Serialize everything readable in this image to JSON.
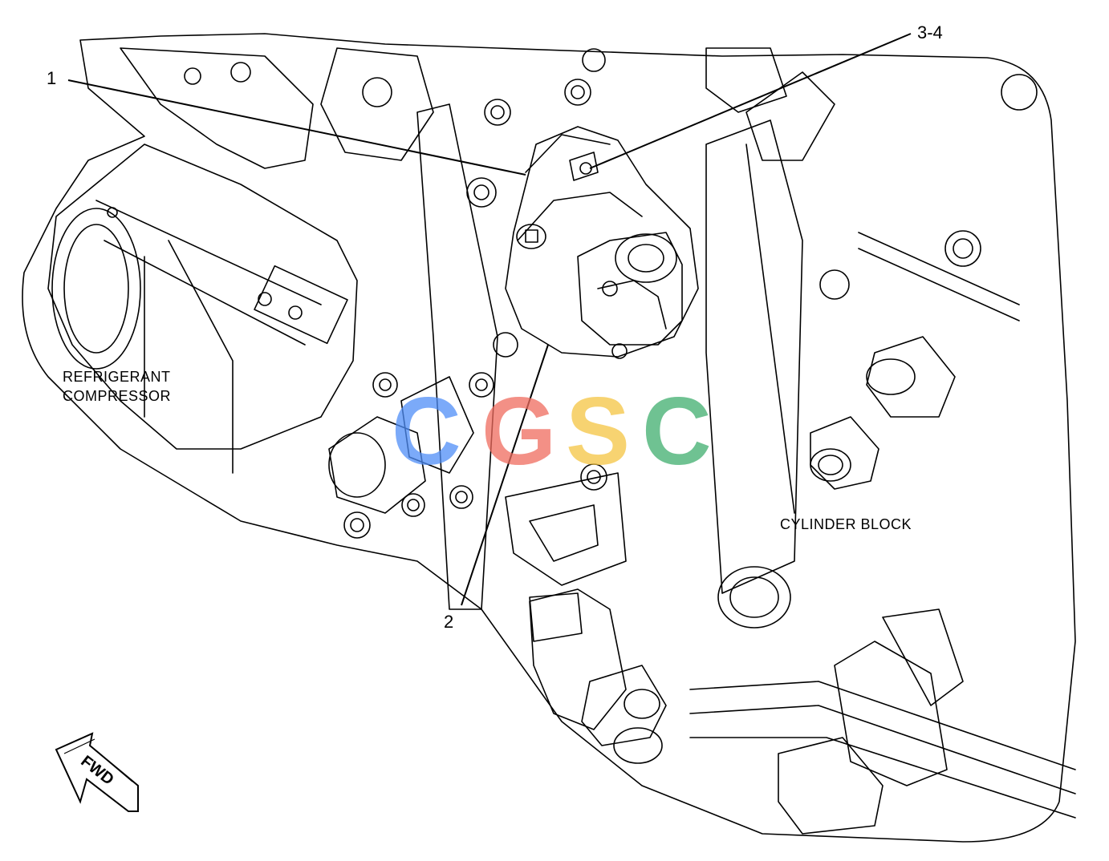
{
  "callouts": {
    "c1": "1",
    "c2": "2",
    "c34": "3-4"
  },
  "labels": {
    "compressor_line1": "REFRIGERANT",
    "compressor_line2": "COMPRESSOR",
    "cylinder_block": "CYLINDER BLOCK",
    "fwd": "FWD"
  },
  "watermark": {
    "letters": [
      "C",
      "G",
      "S",
      "C"
    ],
    "colors": [
      "#4f8ef7",
      "#ef6b5e",
      "#f5c542",
      "#3fae6e"
    ]
  },
  "colors": {
    "line": "#000000",
    "background": "#ffffff"
  }
}
